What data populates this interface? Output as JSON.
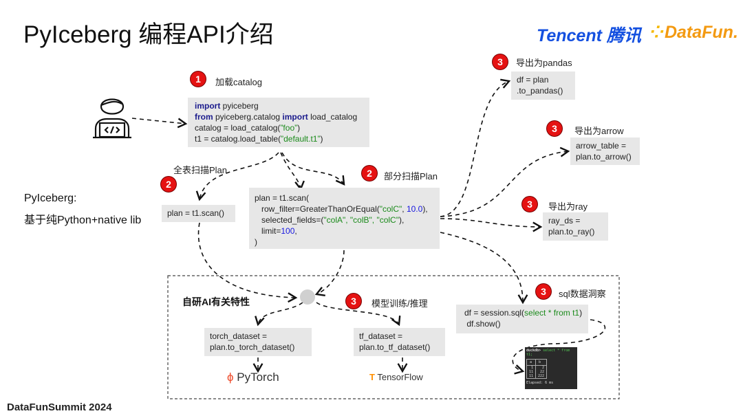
{
  "title": "PyIceberg 编程API介绍",
  "logos": {
    "tencent": "Tencent 腾讯",
    "datafun": "DataFun."
  },
  "footer": "DataFunSummit 2024",
  "side": {
    "line1": "PyIceberg:",
    "line2": "基于纯Python+native lib"
  },
  "step_load": {
    "badge": "1",
    "label": "加载catalog",
    "code": [
      "import",
      " pyiceberg",
      "from",
      " pyiceberg.catalog ",
      "import",
      " load_catalog",
      "catalog = load_catalog(",
      "”foo”",
      ")",
      "t1 = catalog.load_table(",
      "”default.t1”",
      ")"
    ]
  },
  "full_scan": {
    "badge": "2",
    "label": "全表扫描Plan",
    "code": "plan = t1.scan()"
  },
  "partial_scan": {
    "badge": "2",
    "label": "部分扫描Plan",
    "code": [
      "plan = t1.scan(",
      "   row_filter=GreaterThanOrEqual(",
      "\"colC\"",
      ", ",
      "10.0",
      "),",
      "   selected_fields=(",
      "\"colA\", \"colB\", \"colC\"",
      "),",
      "   limit=",
      "100",
      ",",
      ")"
    ]
  },
  "pandas": {
    "badge": "3",
    "label": "导出为pandas",
    "code": [
      "df = plan",
      ".to_pandas()"
    ]
  },
  "arrow": {
    "badge": "3",
    "label": "导出为arrow",
    "code": [
      "arrow_table =",
      "plan.to_arrow()"
    ]
  },
  "ray": {
    "badge": "3",
    "label": "导出为ray",
    "code": [
      "ray_ds =",
      "plan.to_ray()"
    ]
  },
  "sql": {
    "badge": "3",
    "label": "sql数据洞察",
    "code": [
      "df = session.sql(",
      "select * from t1",
      ")",
      " df.show()"
    ]
  },
  "ai": {
    "title": "自研AI有关特性",
    "badge": "3",
    "label": "模型训练/推理",
    "torch": [
      "torch_dataset =",
      "plan.to_torch_dataset()"
    ],
    "tf": [
      "tf_dataset =",
      "plan.to_tf_dataset()"
    ],
    "pytorch_logo": "PyTorch",
    "tensorflow_logo": "TensorFlow"
  },
  "duckdb": {
    "prompt": "duckdb>",
    "query": "select * from t1;",
    "headers": [
      "a",
      "b"
    ],
    "rows": [
      [
        "1",
        "2"
      ],
      [
        "11",
        "22"
      ],
      [
        "11",
        "222"
      ]
    ],
    "elapsed": "Elapsed: 6 ms"
  }
}
